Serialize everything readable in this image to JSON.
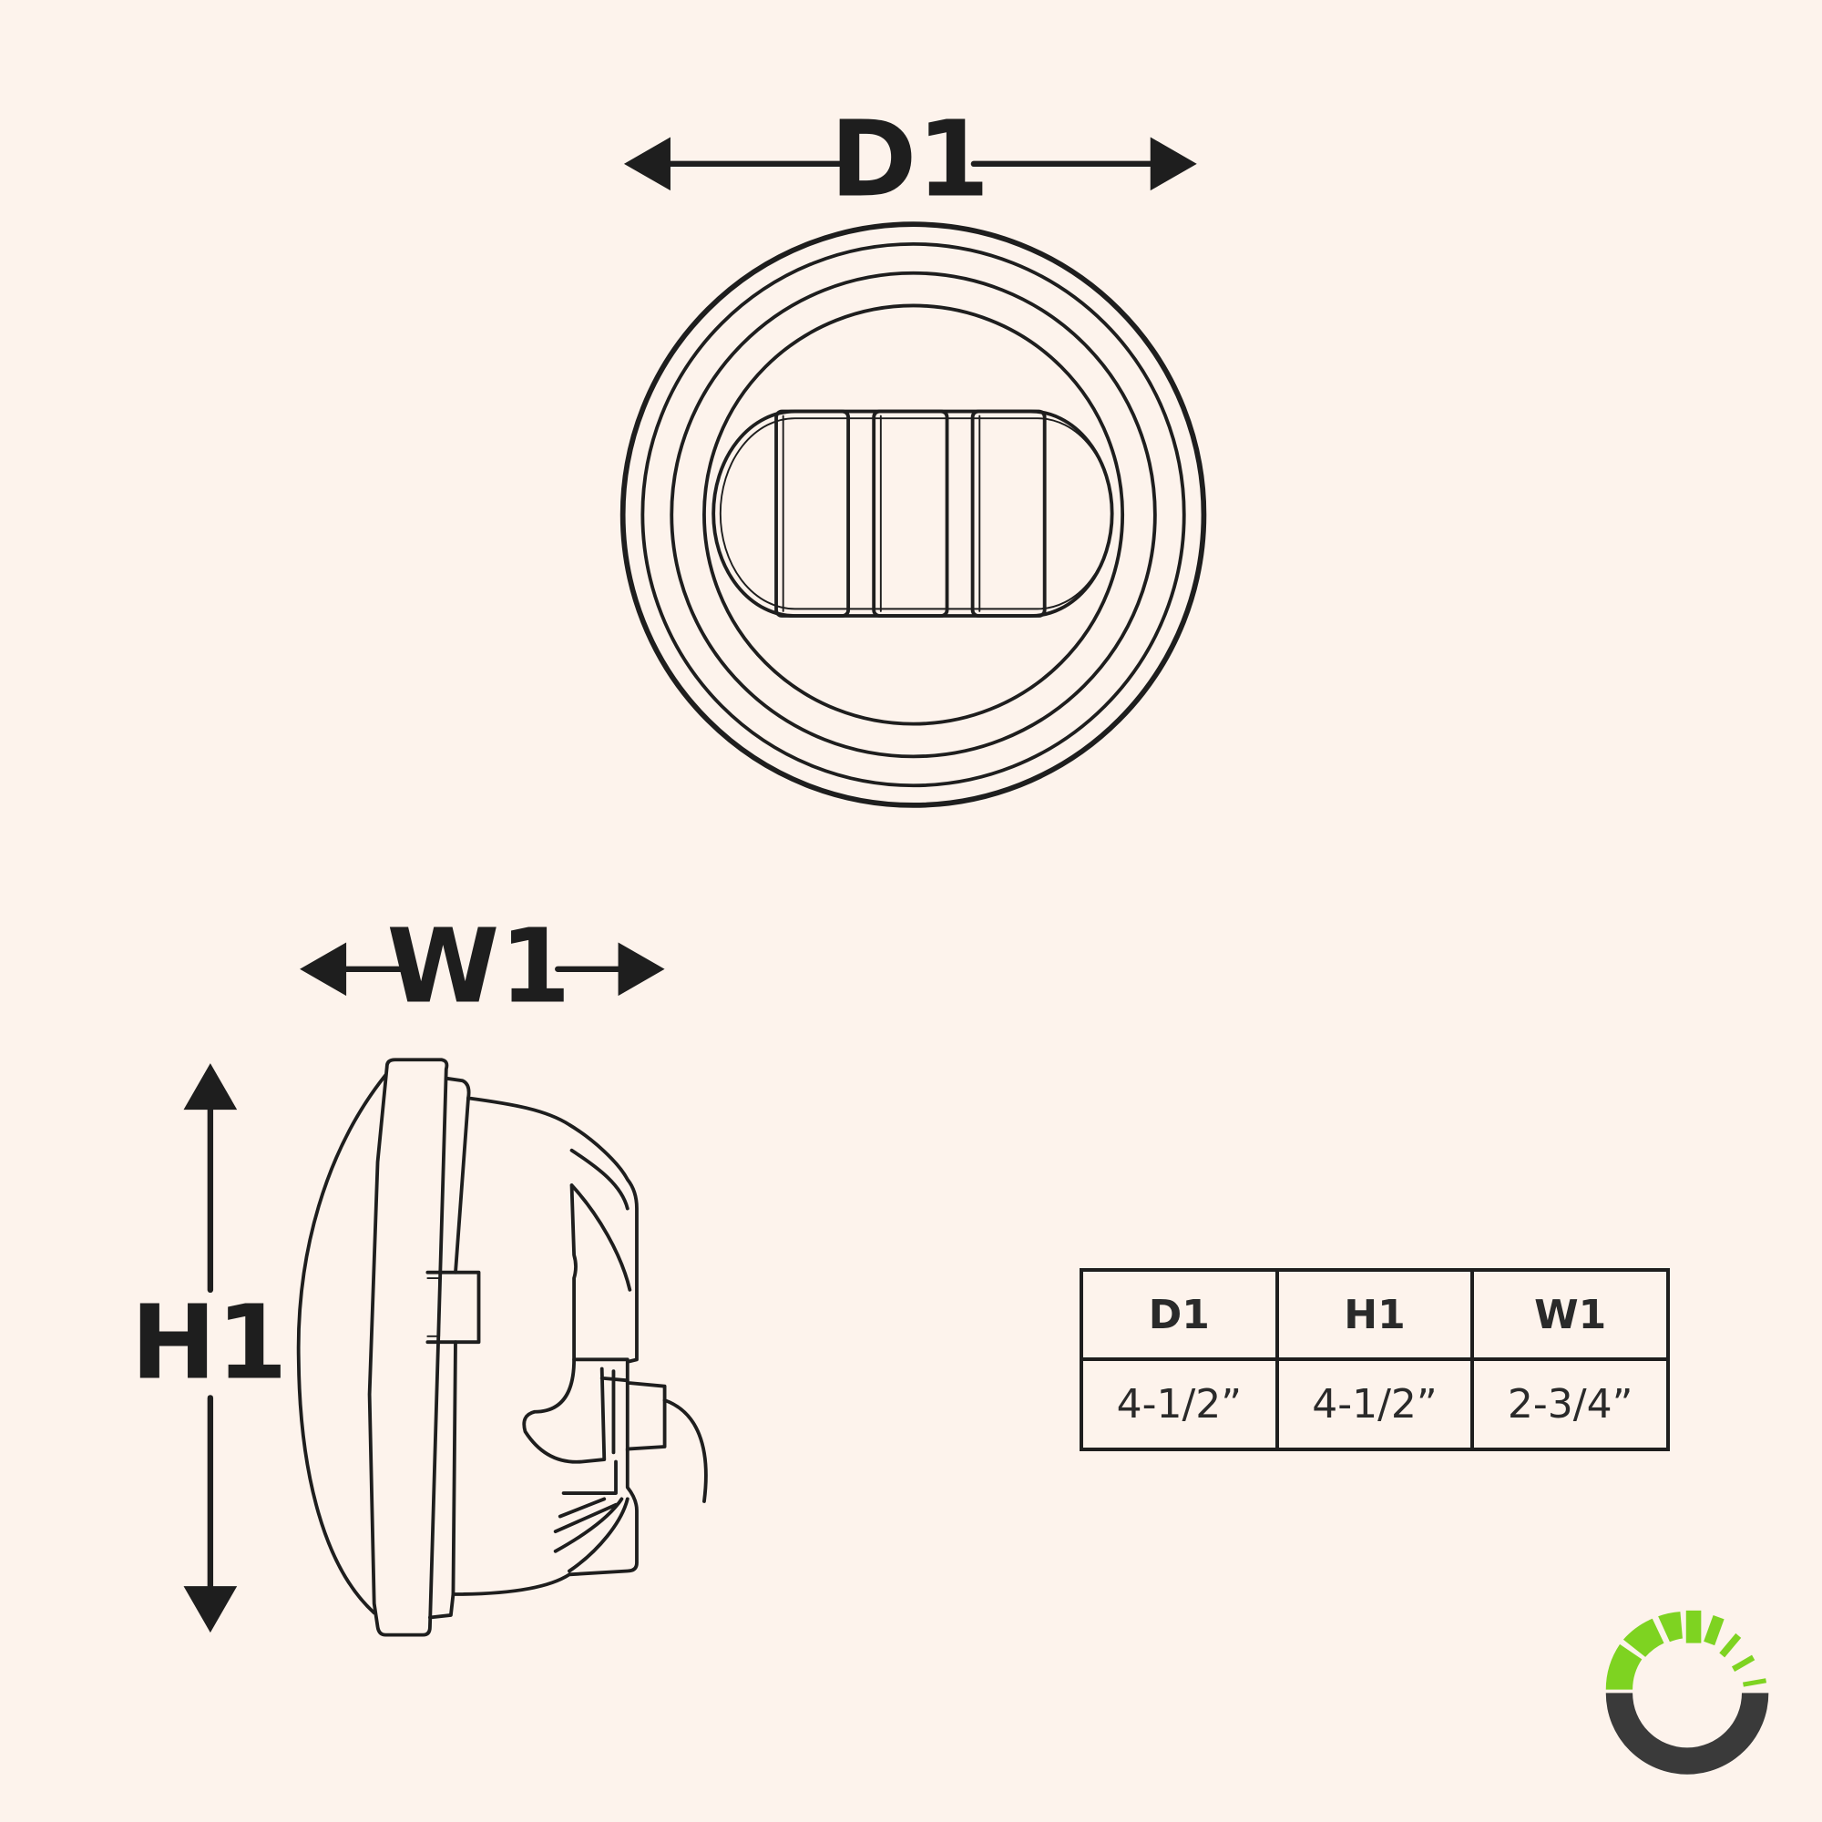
{
  "labels": {
    "diameter": "D1",
    "width": "W1",
    "height": "H1"
  },
  "table": {
    "headers": [
      "D1",
      "H1",
      "W1"
    ],
    "values": [
      "4-1/2”",
      "4-1/2”",
      "2-3/4”"
    ]
  },
  "colors": {
    "background": "#fdf3ec",
    "line": "#1e1e1e",
    "logo_green": "#7ed321",
    "logo_dark": "#3a3a3a"
  },
  "icons": [
    "brand-logo-icon"
  ]
}
